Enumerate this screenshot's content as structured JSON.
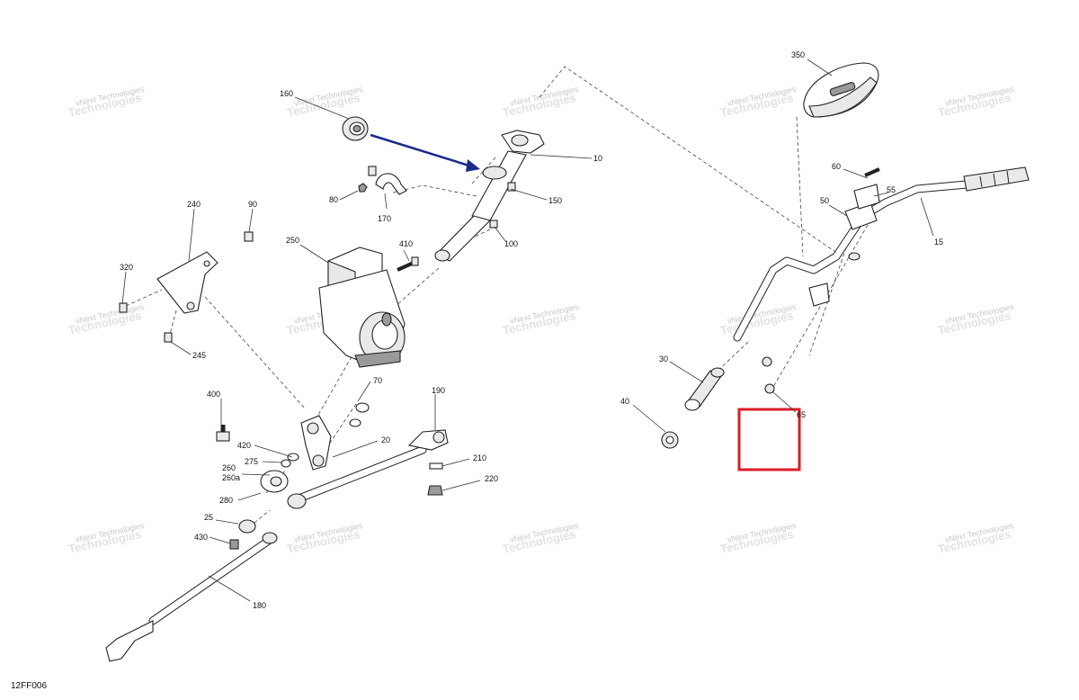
{
  "diagram_ref": "12FF006",
  "watermark": {
    "line1": "vNext Technologies",
    "line2": "Technologies"
  },
  "callouts": {
    "c10": "10",
    "c15": "15",
    "c20": "20",
    "c25": "25",
    "c30": "30",
    "c40": "40",
    "c50": "50",
    "c55": "55",
    "c60": "60",
    "c65": "65",
    "c70": "70",
    "c80": "80",
    "c90": "90",
    "c100": "100",
    "c150": "150",
    "c160": "160",
    "c170": "170",
    "c180": "180",
    "c190": "190",
    "c210": "210",
    "c220": "220",
    "c240": "240",
    "c245": "245",
    "c250": "250",
    "c260": "260",
    "c260a": "260a",
    "c275": "275",
    "c280": "280",
    "c320": "320",
    "c350": "350",
    "c400": "400",
    "c410": "410",
    "c420": "420",
    "c430": "430"
  },
  "colors": {
    "highlight": "#d91e26",
    "arrow": "#1c2a8c",
    "line": "#222222"
  },
  "icons": {
    "highlight_box": "highlight-box",
    "indicator_arrow": "arrow-icon"
  }
}
